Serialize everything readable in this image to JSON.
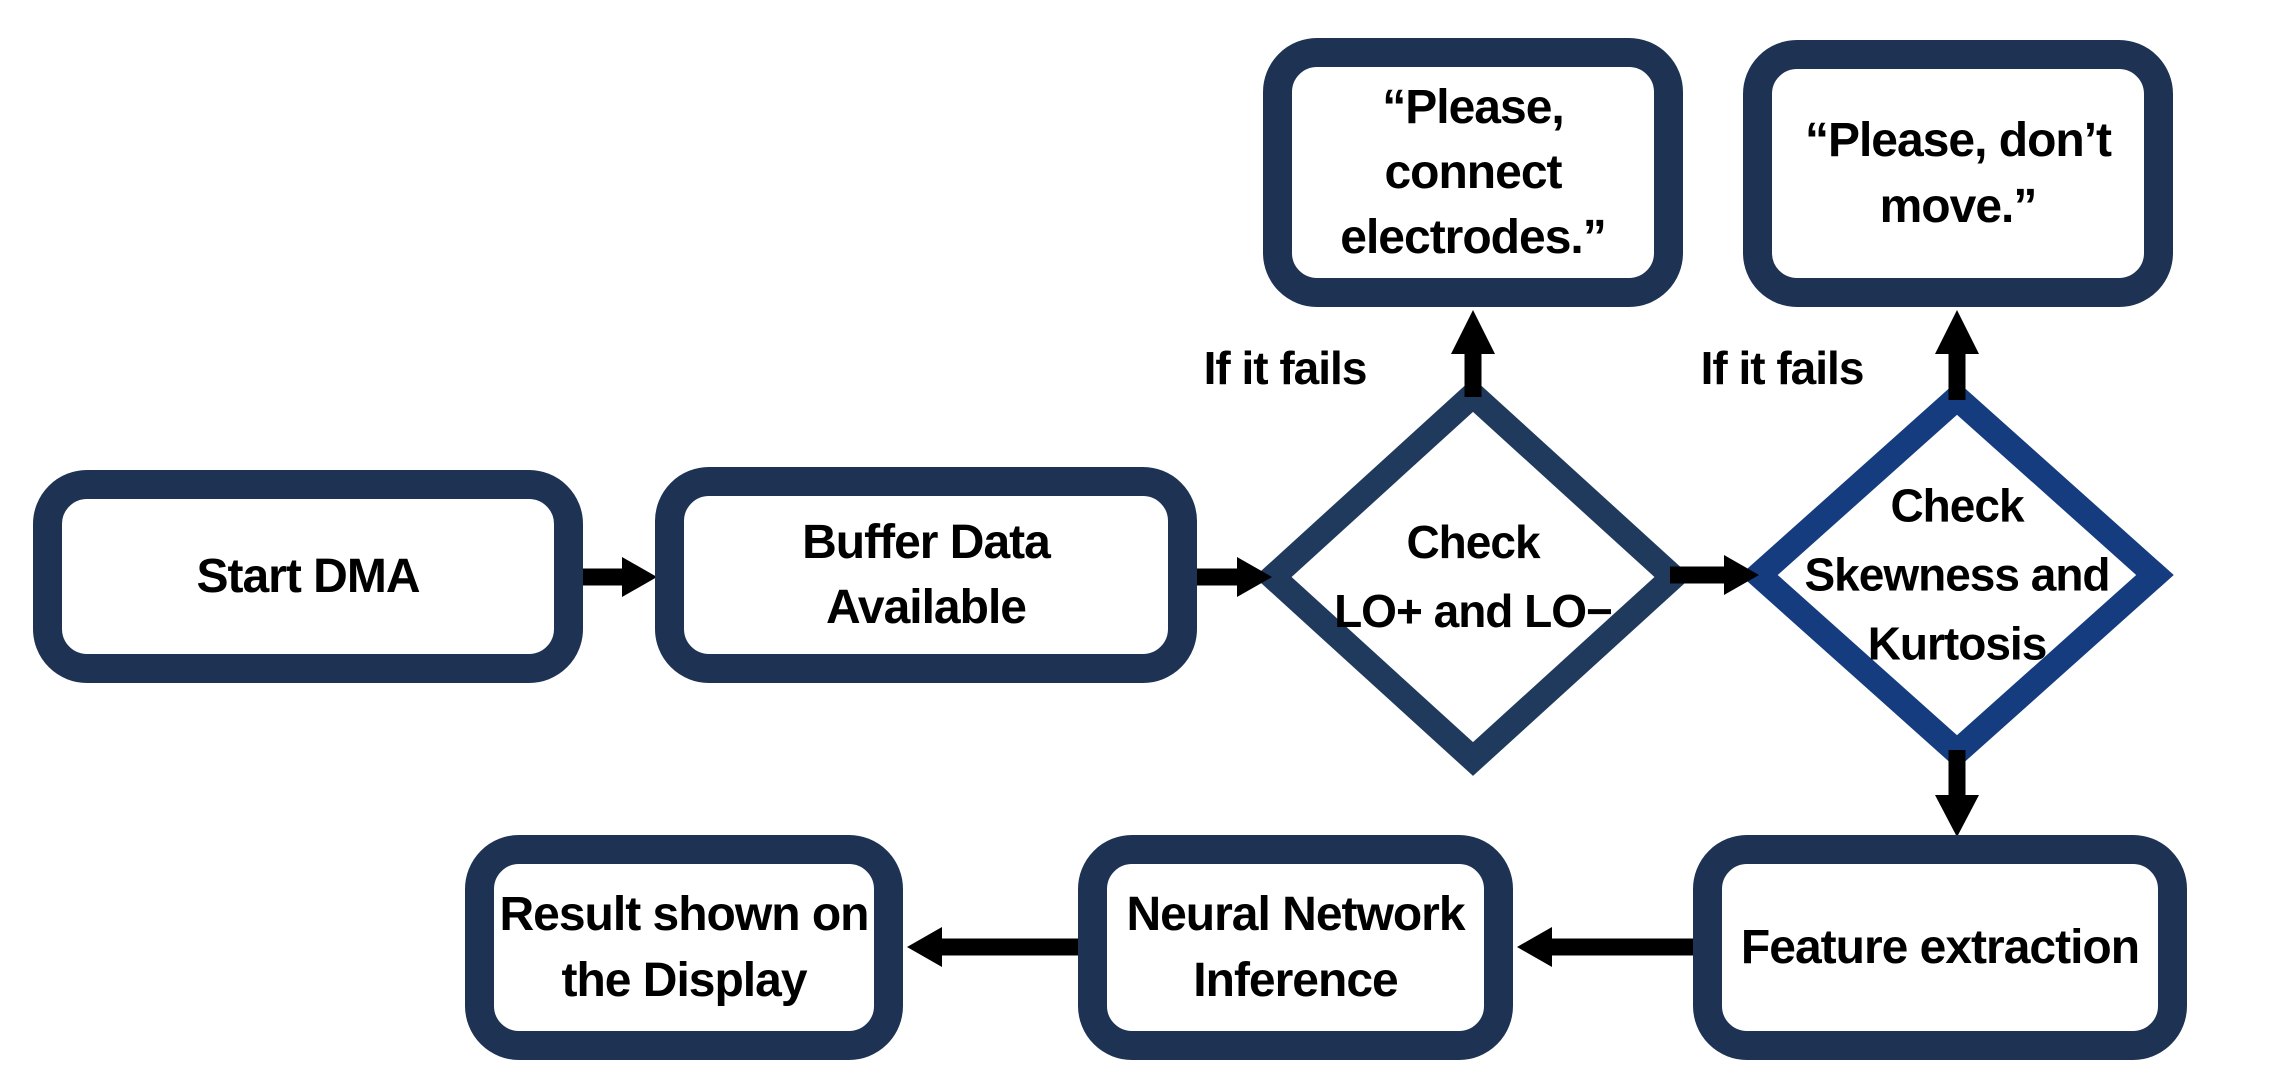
{
  "colors": {
    "box-border": "#1e3354",
    "diamond-lo-border": "#203a5e",
    "diamond-skew-border": "#143c7e",
    "arrow": "#000000",
    "text": "#000000",
    "background": "#ffffff"
  },
  "nodes": {
    "start_dma": {
      "label": "Start DMA",
      "shape": "rounded-rect"
    },
    "buffer_data": {
      "label": "Buffer Data\nAvailable",
      "shape": "rounded-rect"
    },
    "check_lo": {
      "label": "Check\nLO+ and LO−",
      "shape": "diamond"
    },
    "check_skew": {
      "label": "Check\nSkewness and\nKurtosis",
      "shape": "diamond"
    },
    "msg_connect": {
      "label": "“Please,\nconnect\nelectrodes.”",
      "shape": "rounded-rect"
    },
    "msg_dont_move": {
      "label": "“Please, don’t\nmove.”",
      "shape": "rounded-rect"
    },
    "feature_extraction": {
      "label": "Feature extraction",
      "shape": "rounded-rect"
    },
    "nn_inference": {
      "label": "Neural Network\nInference",
      "shape": "rounded-rect"
    },
    "result_display": {
      "label": "Result shown on\nthe Display",
      "shape": "rounded-rect"
    }
  },
  "edge_labels": {
    "check_lo_fail": "If it fails",
    "check_skew_fail": "If it fails"
  },
  "edges": [
    {
      "from": "start_dma",
      "to": "buffer_data",
      "label": ""
    },
    {
      "from": "buffer_data",
      "to": "check_lo",
      "label": ""
    },
    {
      "from": "check_lo",
      "to": "check_skew",
      "label": ""
    },
    {
      "from": "check_lo",
      "to": "msg_connect",
      "label": "If it fails"
    },
    {
      "from": "check_skew",
      "to": "msg_dont_move",
      "label": "If it fails"
    },
    {
      "from": "check_skew",
      "to": "feature_extraction",
      "label": ""
    },
    {
      "from": "feature_extraction",
      "to": "nn_inference",
      "label": ""
    },
    {
      "from": "nn_inference",
      "to": "result_display",
      "label": ""
    }
  ]
}
